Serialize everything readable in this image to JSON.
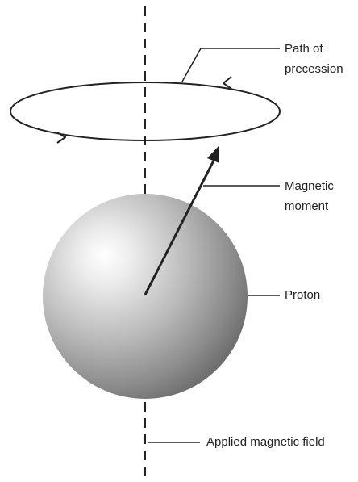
{
  "labels": {
    "path_line1": "Path of",
    "path_line2": "precession",
    "moment_line1": "Magnetic",
    "moment_line2": "moment",
    "proton": "Proton",
    "field": "Applied magnetic field"
  },
  "colors": {
    "line": "#222222",
    "sphere_highlight": "#ffffff",
    "sphere_mid": "#b8b8b8",
    "sphere_shadow": "#6a6a6a"
  }
}
